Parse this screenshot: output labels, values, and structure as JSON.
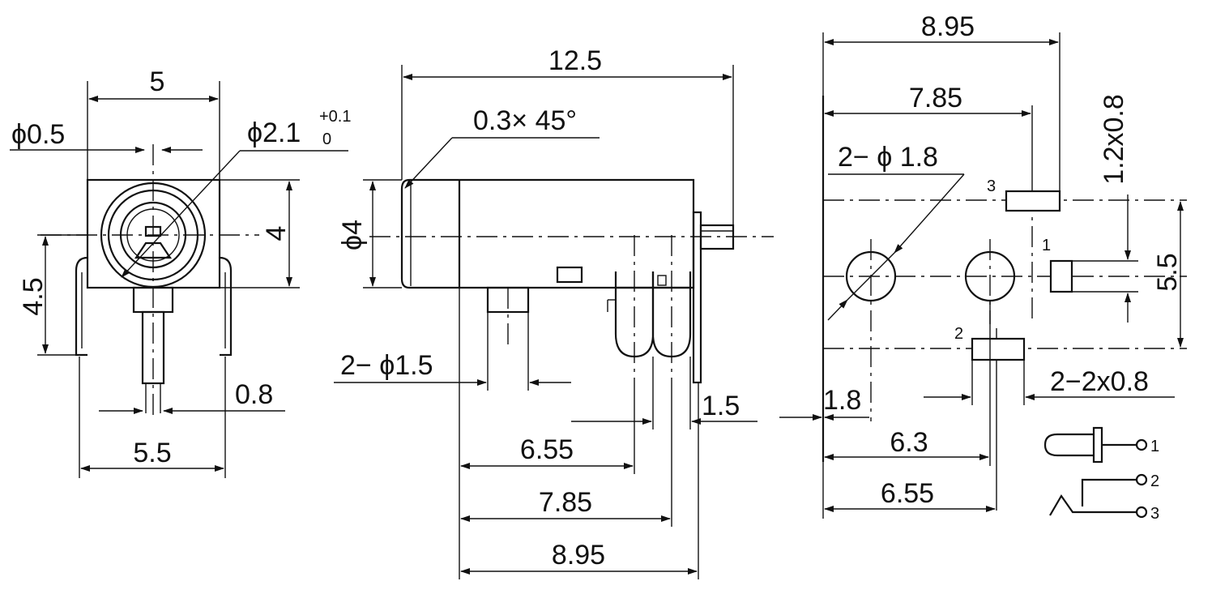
{
  "front_view": {
    "width": "5",
    "pin_dia": "ϕ0.5",
    "bore_dia": "ϕ2.1",
    "bore_tol_upper": "+0.1",
    "bore_tol_lower": "0",
    "height": "4",
    "pin_height": "4.5",
    "pin_width": "0.8",
    "pin_spacing": "5.5"
  },
  "side_view": {
    "length": "12.5",
    "chamfer": "0.3× 45°",
    "barrel_dia": "ϕ4",
    "peg_dia": "2− ϕ1.5",
    "tab_width": "1.5",
    "dim_655": "6.55",
    "dim_785": "7.85",
    "dim_895": "8.95"
  },
  "footprint": {
    "overall": "8.95",
    "to_pin3": "7.85",
    "hole_dia": "2− ϕ 1.8",
    "pad_size_v": "1.2x0.8",
    "pad_spacing": "5.5",
    "pad_size_h": "2−2x0.8",
    "edge_offset": "1.8",
    "hole_spacing": "6.3",
    "to_pin2": "6.55",
    "pad_label_1": "1",
    "pad_label_2": "2",
    "pad_label_3": "3"
  },
  "schematic": {
    "pin1": "1",
    "pin2": "2",
    "pin3": "3"
  }
}
